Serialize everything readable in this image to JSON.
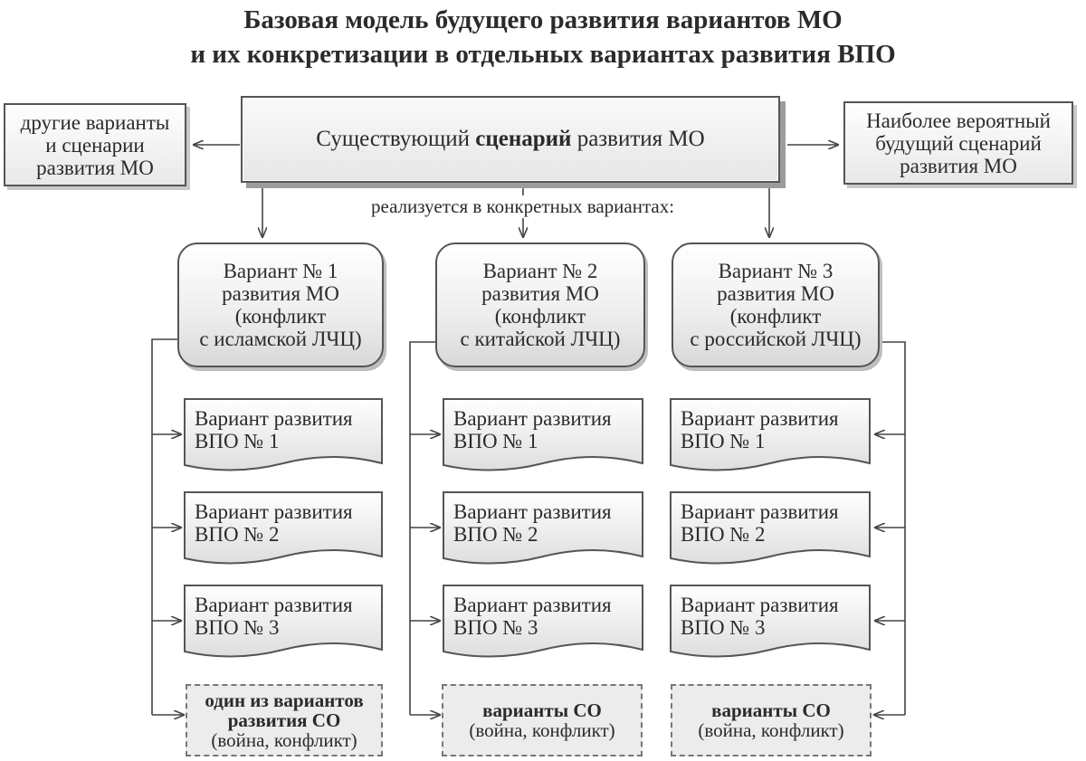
{
  "title": {
    "line1": "Базовая модель будущего развития вариантов МО",
    "line2": "и их конкретизации в отдельных вариантах развития ВПО"
  },
  "left_box": {
    "line1": "другие варианты",
    "line2": "и сценарии",
    "line3": "развития МО"
  },
  "main_box": {
    "before": "Существующий ",
    "bold": "сценарий",
    "after": " развития МО"
  },
  "right_box": {
    "line1": "Наиболее вероятный",
    "line2": "будущий сценарий",
    "line3": "развития МО"
  },
  "caption": "реализуется в конкретных вариантах:",
  "variants": [
    {
      "line1": "Вариант № 1",
      "line2": "развития МО",
      "line3": "(конфликт",
      "line4": "с исламской ЛЧЦ)"
    },
    {
      "line1": "Вариант № 2",
      "line2": "развития МО",
      "line3": "(конфликт",
      "line4": "с китайской ЛЧЦ)"
    },
    {
      "line1": "Вариант № 3",
      "line2": "развития МО",
      "line3": "(конфликт",
      "line4": "с российской ЛЧЦ)"
    }
  ],
  "vpo": {
    "line1": "Вариант развития",
    "n1": "ВПО № 1",
    "n2": "ВПО № 2",
    "n3": "ВПО № 3"
  },
  "so_boxes": [
    {
      "bold1": "один из вариантов",
      "bold2": "развития СО",
      "normal": "(война, конфликт)"
    },
    {
      "bold1": "варианты СО",
      "normal": "(война, конфликт)"
    },
    {
      "bold1": "варианты СО",
      "normal": "(война, конфликт)"
    }
  ]
}
